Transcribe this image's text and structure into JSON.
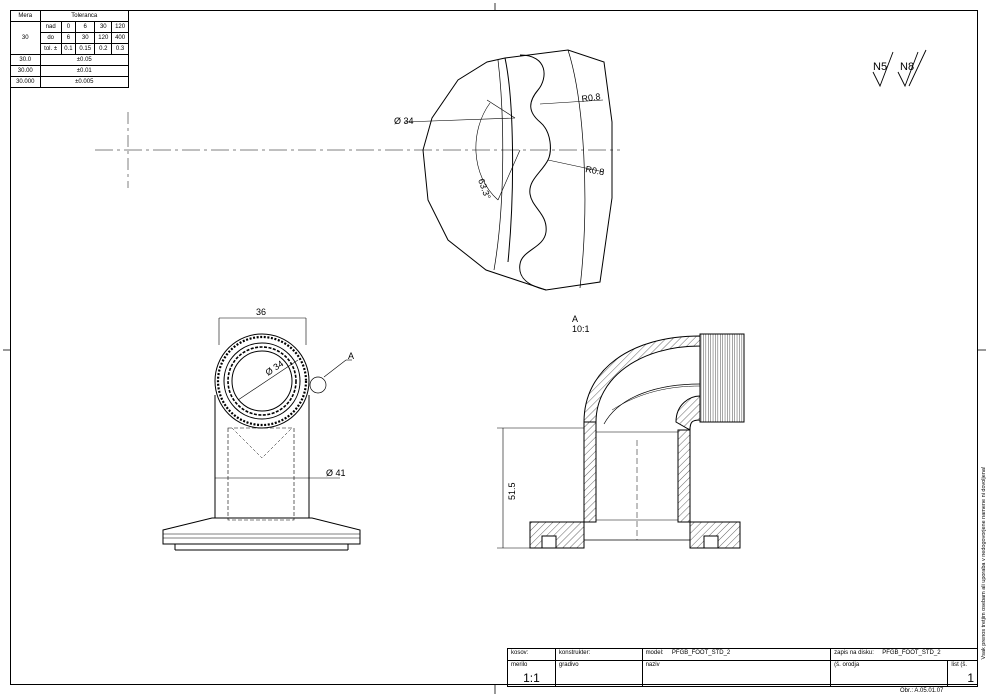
{
  "tolerance_table": {
    "col_mera": "Mera",
    "col_toleranca": "Toleranca",
    "size_30": "30",
    "label_nad": "nad",
    "label_do": "do",
    "label_tol": "tol. ±",
    "nad": [
      "0",
      "6",
      "30",
      "120"
    ],
    "do": [
      "6",
      "30",
      "120",
      "400"
    ],
    "tol": [
      "0.1",
      "0.15",
      "0.2",
      "0.3"
    ],
    "rows": [
      {
        "mera": "30.0",
        "tol": "±0.05"
      },
      {
        "mera": "30.00",
        "tol": "±0.01"
      },
      {
        "mera": "30.000",
        "tol": "±0.005"
      }
    ]
  },
  "surface": {
    "n5": "N5",
    "n8": "N8"
  },
  "detail_view": {
    "dia": "Ø 34",
    "angle": "63.3°",
    "r1": "R0.8",
    "r2": "R0.8"
  },
  "front_view": {
    "width": "36",
    "dia_inner": "Ø 34",
    "dia_outer": "Ø 41",
    "callout": "A"
  },
  "section_view": {
    "label": "A",
    "scale": "10:1",
    "height": "51.5"
  },
  "title_block": {
    "kosov_label": "kosov:",
    "konstrukter_label": "konstrukter:",
    "model_label": "model:",
    "model_value": "PFGB_FOOT_STD_2",
    "zapis_label": "zapis na disku:",
    "zapis_value": "PFGB_FOOT_STD_2",
    "merilo_label": "merilo",
    "merilo_value": "1:1",
    "gradivo_label": "gradivo",
    "naziv_label": "naziv",
    "orodja_label": "(š. orodja",
    "list_label": "list (š.",
    "list_value": "1"
  },
  "side_note": "Vsak prenos tretjim osebam ali uporaba v nedogovorjene namene ni dovoljena!",
  "obr": "Obr.: A.05.01.07"
}
